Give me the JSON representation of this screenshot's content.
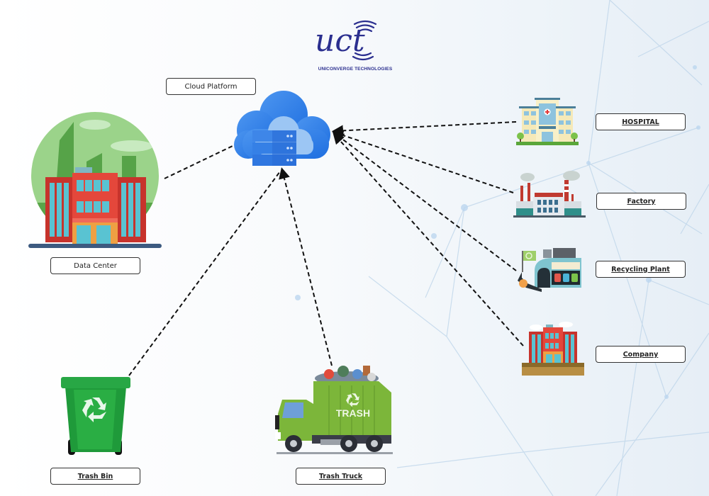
{
  "logo": {
    "mark": "uct",
    "company_name": "UNICONVERGE TECHNOLOGIES",
    "brand_color": "#2b2f8f"
  },
  "hub": {
    "label": "Cloud Platform",
    "icon": "cloud-server-icon"
  },
  "nodes": [
    {
      "id": "data-center",
      "label": "Data Center",
      "icon": "data-center-building-icon",
      "style": "plain"
    },
    {
      "id": "trash-bin",
      "label": "Trash Bin",
      "icon": "recycle-bin-icon",
      "style": "bold-underline"
    },
    {
      "id": "trash-truck",
      "label": "Trash Truck",
      "icon": "garbage-truck-icon",
      "style": "bold-underline",
      "truck_text": "TRASH"
    },
    {
      "id": "hospital",
      "label": "HOSPITAL",
      "icon": "hospital-icon",
      "style": "bold-underline"
    },
    {
      "id": "factory",
      "label": "Factory",
      "icon": "factory-icon",
      "style": "bold-underline"
    },
    {
      "id": "recycling-plant",
      "label": "Recycling Plant",
      "icon": "recycling-plant-icon",
      "style": "bold-underline"
    },
    {
      "id": "company",
      "label": "Company",
      "icon": "company-building-icon",
      "style": "bold-underline"
    }
  ],
  "connections": [
    {
      "from": "data-center",
      "to": "cloud-platform",
      "style": "dashed"
    },
    {
      "from": "trash-bin",
      "to": "cloud-platform",
      "style": "dashed"
    },
    {
      "from": "trash-truck",
      "to": "cloud-platform",
      "style": "dashed-arrow"
    },
    {
      "from": "hospital",
      "to": "cloud-platform",
      "style": "dashed-arrow"
    },
    {
      "from": "factory",
      "to": "cloud-platform",
      "style": "dashed-arrow"
    },
    {
      "from": "recycling-plant",
      "to": "cloud-platform",
      "style": "dashed-arrow"
    },
    {
      "from": "company",
      "to": "cloud-platform",
      "style": "dashed-arrow"
    }
  ],
  "colors": {
    "cloud_blue": "#3b82e6",
    "server_blue": "#2f6fd6",
    "bin_green": "#1f9a3a",
    "truck_green": "#7cb63a",
    "building_red": "#e04a3a",
    "connector": "#111111"
  }
}
